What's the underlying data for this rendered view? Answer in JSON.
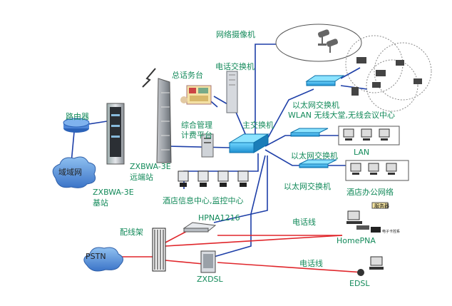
{
  "diagram": {
    "labels": {
      "camera": "网络摄像机",
      "pbx": "电话交换机",
      "front_desk": "总话务台",
      "router": "路由器",
      "wan": "域域网",
      "remote_station_model": "ZXBWA-3E",
      "remote_station": "远端站",
      "base_station_model": "ZXBWA-3E",
      "base_station": "基站",
      "mgmt_line1": "综合管理",
      "mgmt_line2": "计费平台",
      "main_switch": "主交换机",
      "eth_switch_1": "以太网交换机",
      "wlan": "WLAN 无线大堂,无线会议中心",
      "eth_switch_2": "以太网交换机",
      "lan": "LAN",
      "eth_switch_3": "以太网交换机",
      "office_network": "酒店办公网络",
      "info_center": "酒店信息中心,监控中心",
      "hpna": "HPNA1216",
      "distribution_frame": "配线架",
      "phone_line_1": "电话线",
      "homepna": "HomePNA",
      "pstn": "PSTN",
      "phone_line_2": "电话线",
      "zxdsl": "ZXDSL",
      "edsl": "EDSL"
    },
    "small_text": {
      "tag_top": "服务器",
      "tag_card": "电子卡控系"
    },
    "colors": {
      "label": "#138a5a",
      "link_blue": "#1e3fa8",
      "phone_red": "#e0262b",
      "cloud_blue": "#4f8ed6"
    }
  }
}
